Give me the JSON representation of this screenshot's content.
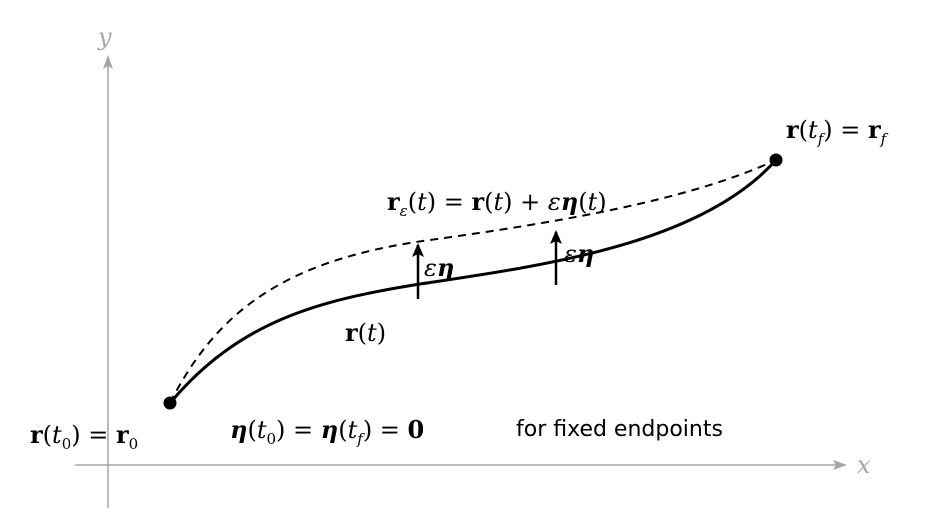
{
  "axes": {
    "x_label": "x",
    "y_label": "y",
    "axis_color": "#a6a6a6"
  },
  "curves": {
    "actual_path_label": "r(t)",
    "varied_path_label": "r_ε(t) = r(t) + εη(t)"
  },
  "endpoints": {
    "start_label": "r(t₀) = r₀",
    "end_label": "r(t_f) = r_f"
  },
  "variation_arrows": [
    {
      "label": "εη"
    },
    {
      "label": "εη"
    }
  ],
  "boundary_condition": {
    "equation": "η(t₀) = η(t_f) = 0",
    "text": "for fixed endpoints"
  }
}
